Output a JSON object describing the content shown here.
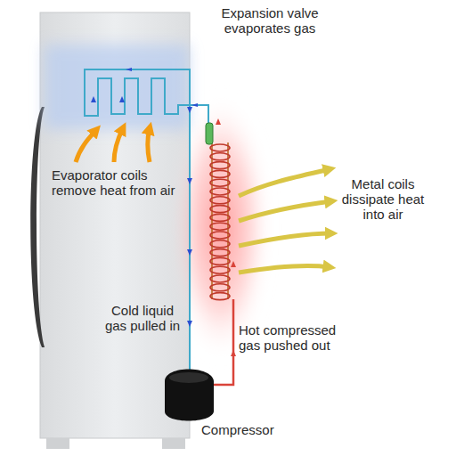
{
  "diagram": {
    "labels": [
      "Expansion valve evaporates gas",
      "Evaporator coils remove heat from air",
      "Metal coils dissipate heat into air",
      "Cold liquid gas pulled in",
      "Hot compressed gas pushed out",
      "Compressor"
    ]
  }
}
